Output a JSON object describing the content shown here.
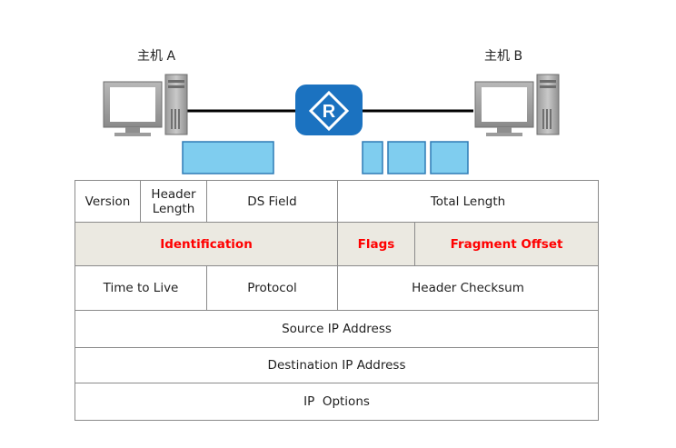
{
  "hosts": {
    "a_label": "主机 A",
    "b_label": "主机 B"
  },
  "colors": {
    "router": "#1b72c0",
    "fragment_fill": "#7fcdef",
    "fragment_border": "#2f7bb5",
    "highlight_row": "#ebe9e1",
    "highlight_text": "#ff0000",
    "link": "#000000"
  },
  "icons": [
    "computer-icon",
    "router-icon"
  ],
  "header_table": {
    "row1": {
      "version": "Version",
      "header_length": "Header Length",
      "ds_field": "DS Field",
      "total_length": "Total Length"
    },
    "row2": {
      "identification": "Identification",
      "flags": "Flags",
      "fragment_offset": "Fragment Offset"
    },
    "row3": {
      "ttl": "Time to Live",
      "protocol": "Protocol",
      "checksum": "Header Checksum"
    },
    "source": "Source IP Address",
    "destination": "Destination IP Address",
    "options": "IP  Options"
  }
}
